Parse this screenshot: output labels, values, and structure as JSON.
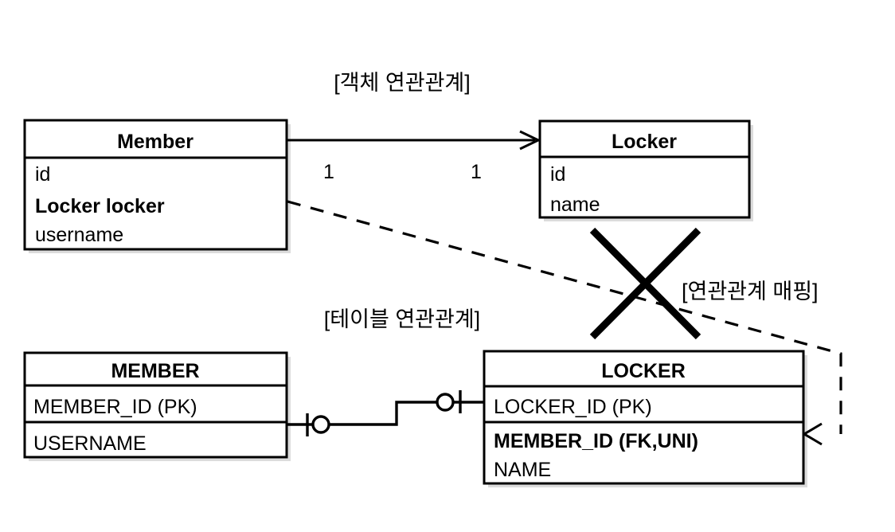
{
  "page": {
    "background_color": "#ffffff",
    "line_color": "#000000"
  },
  "captions": {
    "object_association": "[객체 연관관계]",
    "table_association": "[테이블 연관관계]",
    "association_mapping": "[연관관계 매핑]"
  },
  "object_model": {
    "member_class": {
      "title": "Member",
      "attributes": [
        {
          "text": "id",
          "bold": false
        },
        {
          "text": "Locker locker",
          "bold": true
        },
        {
          "text": "username",
          "bold": false
        }
      ]
    },
    "locker_class": {
      "title": "Locker",
      "attributes": [
        {
          "text": "id",
          "bold": false
        },
        {
          "text": "name",
          "bold": false
        }
      ]
    },
    "association": {
      "source_multiplicity": "1",
      "target_multiplicity": "1",
      "direction": "Member -> Locker",
      "arrow": "open-arrow"
    }
  },
  "table_model": {
    "member_table": {
      "title": "MEMBER",
      "columns": [
        {
          "text": "MEMBER_ID (PK)",
          "bold": false
        },
        {
          "text": "USERNAME",
          "bold": false
        }
      ]
    },
    "locker_table": {
      "title": "LOCKER",
      "columns": [
        {
          "text": "LOCKER_ID (PK)",
          "bold": false
        },
        {
          "text": "MEMBER_ID (FK,UNI)",
          "bold": true
        },
        {
          "text": "NAME",
          "bold": false
        }
      ]
    },
    "relationship": {
      "notation": "crows-foot-one-to-one",
      "left_end": "one-and-only-one",
      "right_end": "one-and-only-one"
    }
  },
  "annotations": {
    "cross_mark": {
      "name": "x-cross-mark",
      "meaning": "invalid-direct-mapping"
    },
    "mapping_arrow": {
      "style": "dashed",
      "target": "MEMBER_ID (FK,UNI)"
    }
  }
}
